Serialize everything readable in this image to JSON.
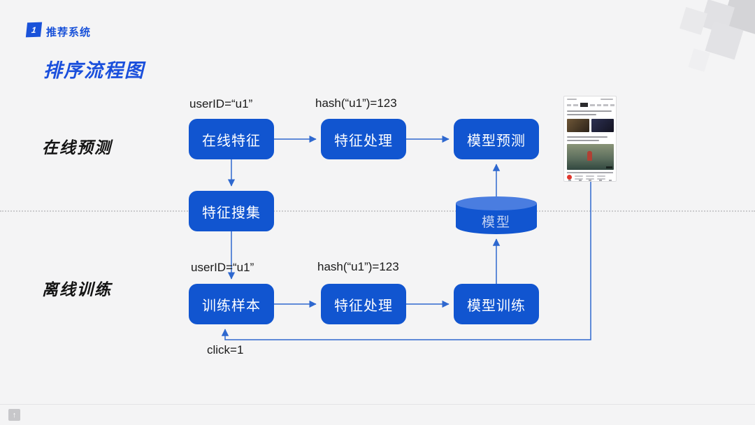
{
  "slide": {
    "badge": {
      "number": "1",
      "label": "推荐系统"
    },
    "title": "排序流程图",
    "sections": {
      "online": "在线预测",
      "offline": "离线训练"
    },
    "footer_logo_glyph": "↑"
  },
  "diagram": {
    "nodes": {
      "online_features": "在线特征",
      "feature_processing_online": "特征处理",
      "model_prediction": "模型预测",
      "feature_collection": "特征搜集",
      "model_store": "模型",
      "training_samples": "训练样本",
      "feature_processing_offline": "特征处理",
      "model_training": "模型训练"
    },
    "labels": {
      "user_id_online": "userID=“u1”",
      "hash_online": "hash(“u1”)=123",
      "user_id_offline": "userID=“u1”",
      "hash_offline": "hash(“u1”)=123",
      "click": "click=1"
    }
  },
  "colors": {
    "node_blue": "#1155d0",
    "cylinder_top_blue": "#4a7de0",
    "accent_blue": "#1a4fdc",
    "connector_blue": "#2e68cf",
    "background": "#f4f4f5",
    "text_black": "#1a1a1a"
  }
}
